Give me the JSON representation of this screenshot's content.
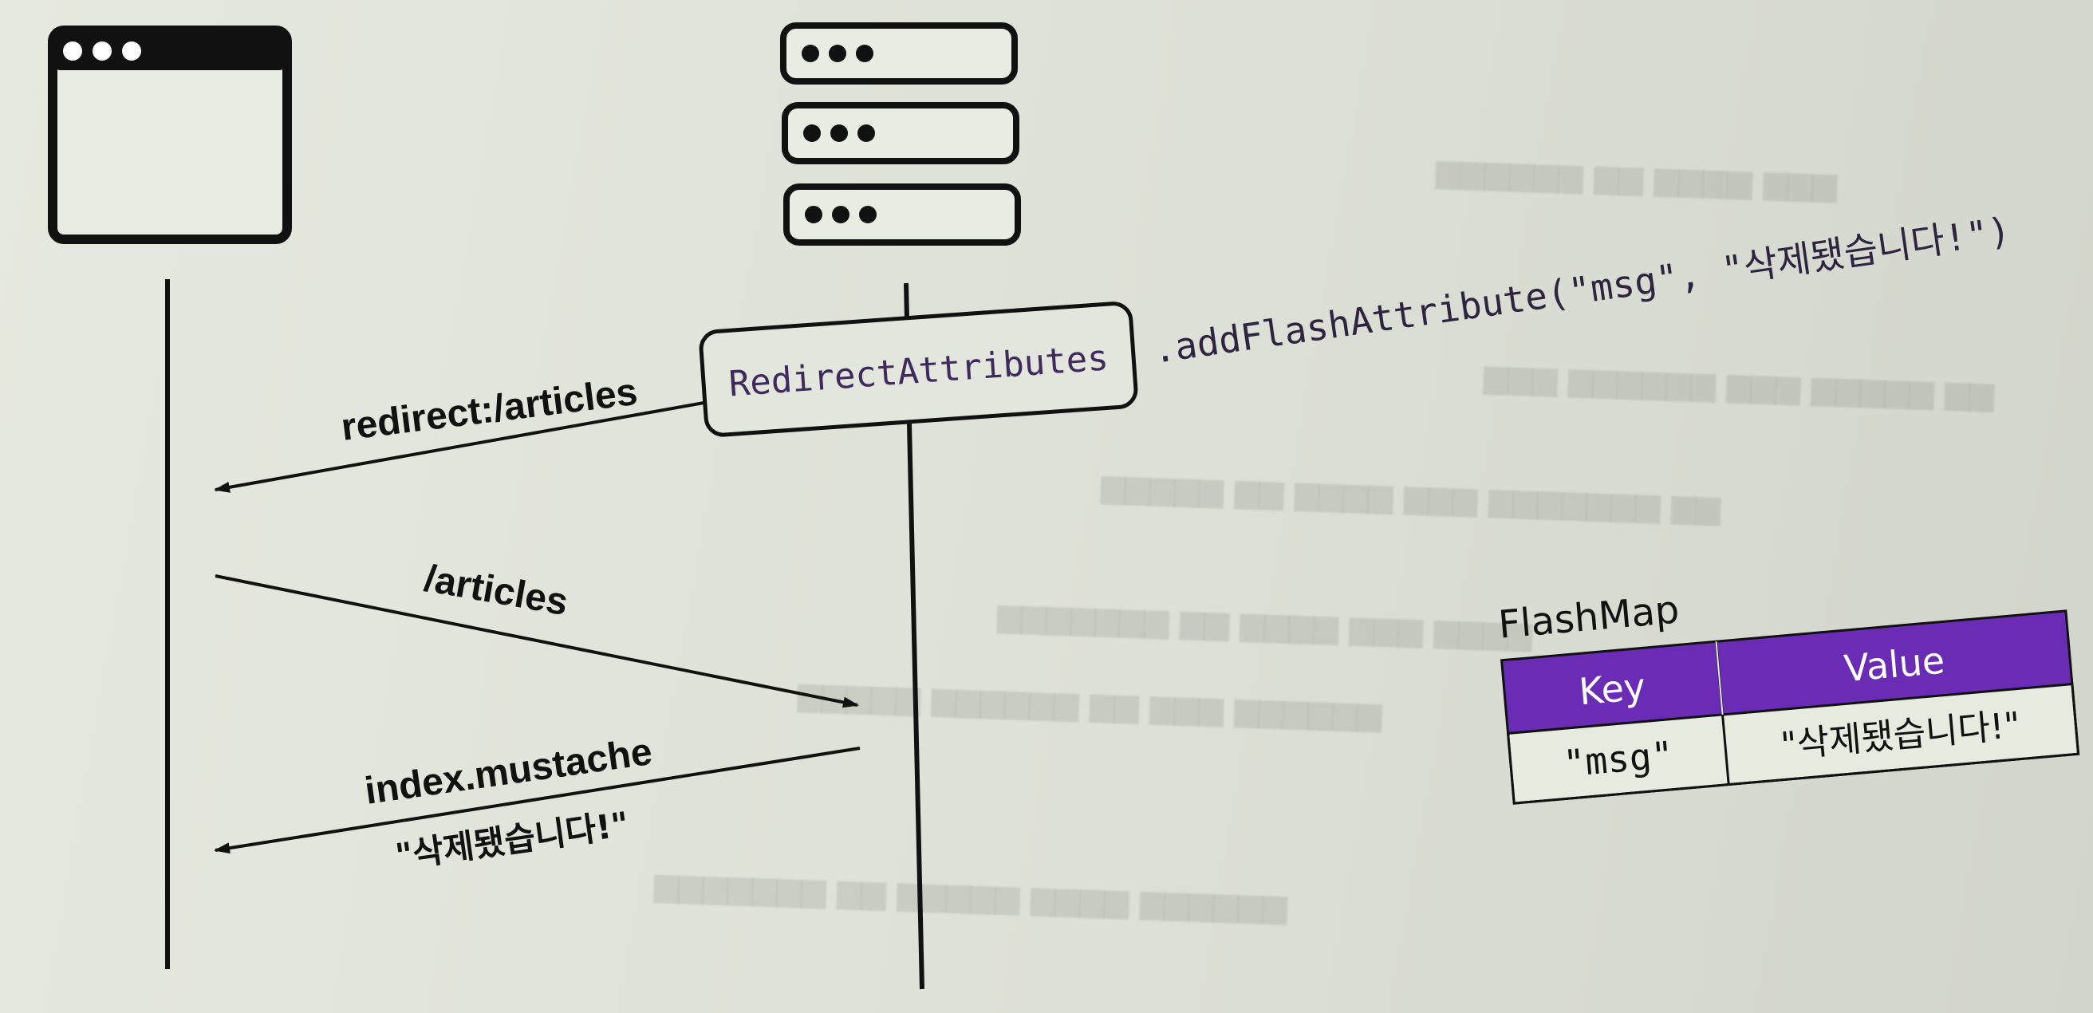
{
  "diagram": {
    "server_request_label": "redirect:/articles",
    "redirect_attributes_label": "RedirectAttributes",
    "add_flash_attribute_call": ".addFlashAttribute(\"msg\", \"삭제됐습니다!\")",
    "get_request_label": "/articles",
    "response_view_label": "index.mustache",
    "response_message_label": "\"삭제됐습니다!\""
  },
  "flash_map": {
    "title": "FlashMap",
    "headers": [
      "Key",
      "Value"
    ],
    "rows": [
      [
        "\"msg\"",
        "\"삭제됐습니다!\""
      ]
    ]
  },
  "colors": {
    "line": "#111111",
    "header_purple": "#6a2bb5",
    "header_text": "#ffffff",
    "label_purple": "#3e2a5c"
  },
  "icons": [
    "browser-window-icon",
    "server-stack-icon"
  ]
}
